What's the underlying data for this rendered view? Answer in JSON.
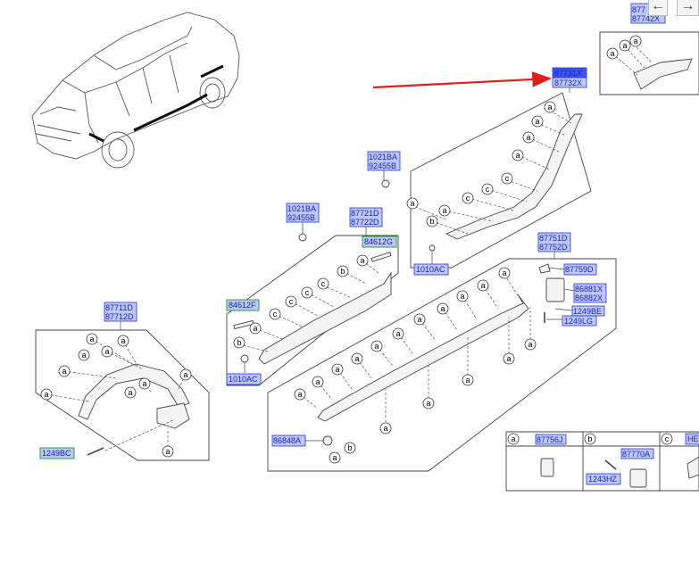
{
  "nav": {
    "prev_icon": "arrow-left-icon",
    "next_icon": "arrow-right-icon",
    "prev_glyph": "←",
    "next_glyph": "→"
  },
  "colors": {
    "label_fill": "#bcc8ff",
    "label_border": "#2233dd",
    "label_text": "#1a22b8",
    "selected_fill": "#3a56f0",
    "arrow": "#e01e1e",
    "green_border": "#2aa42a"
  },
  "labels": {
    "l87742_top": "877",
    "l87742_bot": "87742X",
    "l87731": "87731X",
    "l87732": "87732X",
    "l1021ba_a": "1021BA",
    "l92455b_a": "92455B",
    "l1021ba_b": "1021BA",
    "l92455b_b": "92455B",
    "l87721d": "87721D",
    "l87722d": "87722D",
    "l84612g": "84612G",
    "l1010ac_a": "1010AC",
    "l87751d": "87751D",
    "l87752d": "87752D",
    "l87759d": "87759D",
    "l86881x": "86881X",
    "l86882x": "86882X",
    "l1249be": "1249BE",
    "l1249lg": "1249LG",
    "l84612f": "84612F",
    "l1010ac_b": "1010AC",
    "l87711d": "87711D",
    "l87712d": "87712D",
    "l1249bc": "1249BC",
    "l86848a": "86848A",
    "l87756j": "87756J",
    "l87770a": "87770A",
    "l1243hz": "1243HZ",
    "lhe": "HE"
  },
  "callouts": {
    "a": "a",
    "b": "b",
    "c": "c"
  },
  "legend": {
    "a": "a",
    "b": "b",
    "c": "c"
  }
}
